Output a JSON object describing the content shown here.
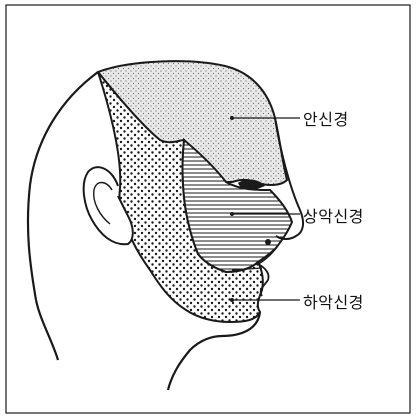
{
  "diagram": {
    "labels": {
      "ophthalmic": "안신경",
      "maxillary": "상악신경",
      "mandibular": "하악신경"
    },
    "colors": {
      "outline": "#1a1a1a",
      "background": "#ffffff",
      "ophthalmic_fill": "#d9d9d9",
      "dots": "#1a1a1a",
      "stripes": "#1a1a1a"
    }
  }
}
